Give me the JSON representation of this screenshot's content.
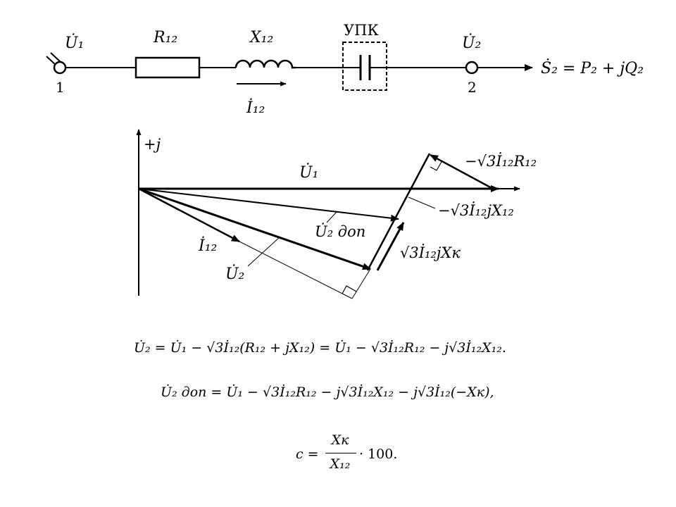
{
  "circuit": {
    "u1_label": "U̇₁",
    "node1_label": "1",
    "r12_label": "R₁₂",
    "x12_label": "X₁₂",
    "upk_label": "УПК",
    "u2_label": "U̇₂",
    "node2_label": "2",
    "s2_label": "Ṡ₂ = P₂ + jQ₂",
    "i12_label": "İ₁₂"
  },
  "phasor": {
    "axis_label": "+j",
    "u1_label": "U̇₁",
    "drop_r_label": "−√3İ₁₂R₁₂",
    "drop_x_label": "−√3İ₁₂jX₁₂",
    "u2dop_label": "U̇₂ доп",
    "i12_label": "İ₁₂",
    "comp_label": "√3İ₁₂jXк",
    "u2_label": "U̇₂"
  },
  "equations": {
    "eq1": "U̇₂ = U̇₁ − √3İ₁₂(R₁₂ + jX₁₂) = U̇₁ − √3İ₁₂R₁₂ − j√3İ₁₂X₁₂.",
    "eq2": "U̇₂ доп = U̇₁ − √3İ₁₂R₁₂ − j√3İ₁₂X₁₂ − j√3İ₁₂(−Xк),",
    "eq3_lhs": "c =",
    "eq3_num": "Xк",
    "eq3_den": "X₁₂",
    "eq3_rhs": "· 100."
  }
}
